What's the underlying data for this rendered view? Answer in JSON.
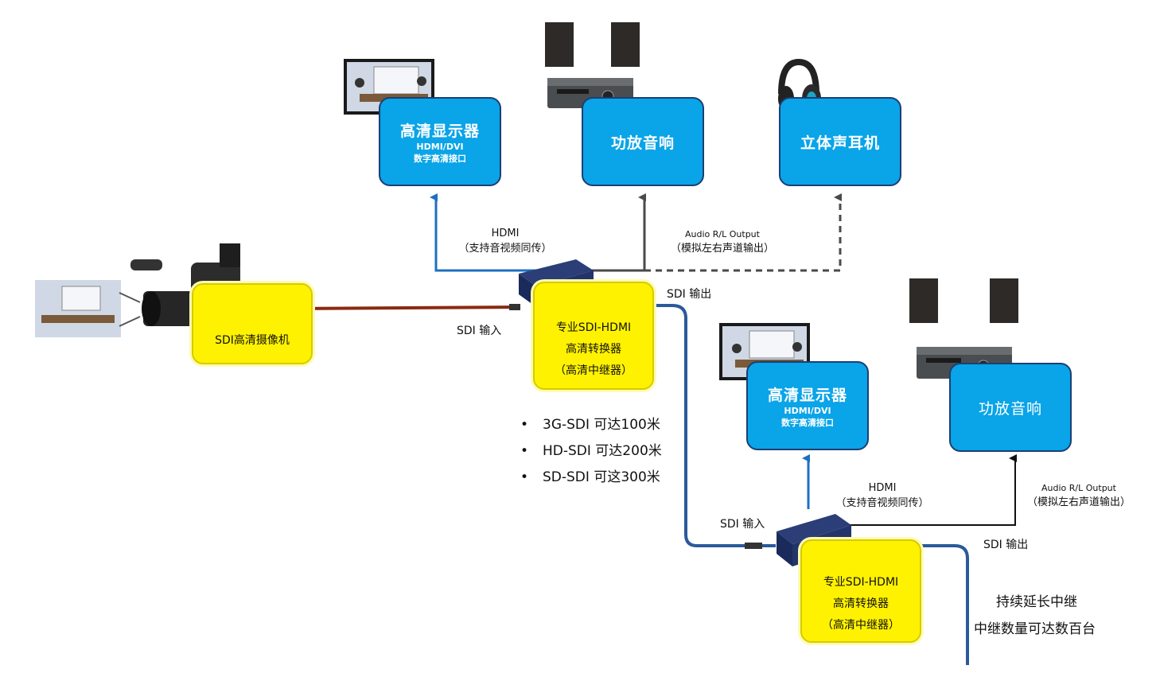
{
  "displays": {
    "top": {
      "title": "高清显示器",
      "sub1": "HDMI/DVI",
      "sub2": "数字高清接口"
    },
    "bottom": {
      "title": "高清显示器",
      "sub1": "HDMI/DVI",
      "sub2": "数字高清接口"
    }
  },
  "amplifiers": {
    "top": "功放音响",
    "bottom": "功放音响"
  },
  "headphones": "立体声耳机",
  "camera": {
    "label": "SDI高清摄像机"
  },
  "converters": {
    "top": {
      "line1": "专业SDI-HDMI",
      "line2": "高清转换器",
      "line3": "（高清中继器）"
    },
    "bottom": {
      "line1": "专业SDI-HDMI",
      "line2": "高清转换器",
      "line3": "（高清中继器）"
    }
  },
  "labels": {
    "hdmi_top": "HDMI",
    "hdmi_top_sub": "（支持音视频同传）",
    "audio_top": "Audio R/L Output",
    "audio_top_sub": "（模拟左右声道输出）",
    "sdi_in_top": "SDI  输入",
    "sdi_out_top": "SDI  输出",
    "hdmi_bottom": "HDMI",
    "hdmi_bottom_sub": "（支持音视频同传）",
    "audio_bottom": "Audio R/L Output",
    "audio_bottom_sub": "（模拟左右声道输出）",
    "sdi_in_bottom": "SDI  输入",
    "sdi_out_bottom": "SDI  输出"
  },
  "specs": [
    "3G-SDI   可达100米",
    "HD-SDI   可达200米",
    "SD-SDI   可这300米"
  ],
  "notes": {
    "line1": "持续延长中继",
    "line2": "中继数量可达数百台"
  },
  "colors": {
    "box_blue": "#0aa4e8",
    "box_yellow": "#fff200",
    "arrow_blue": "#1e6fc0",
    "arrow_dark": "#4a4a4a",
    "cable_red": "#8a2a10",
    "cable_blue": "#2a5a9a"
  }
}
